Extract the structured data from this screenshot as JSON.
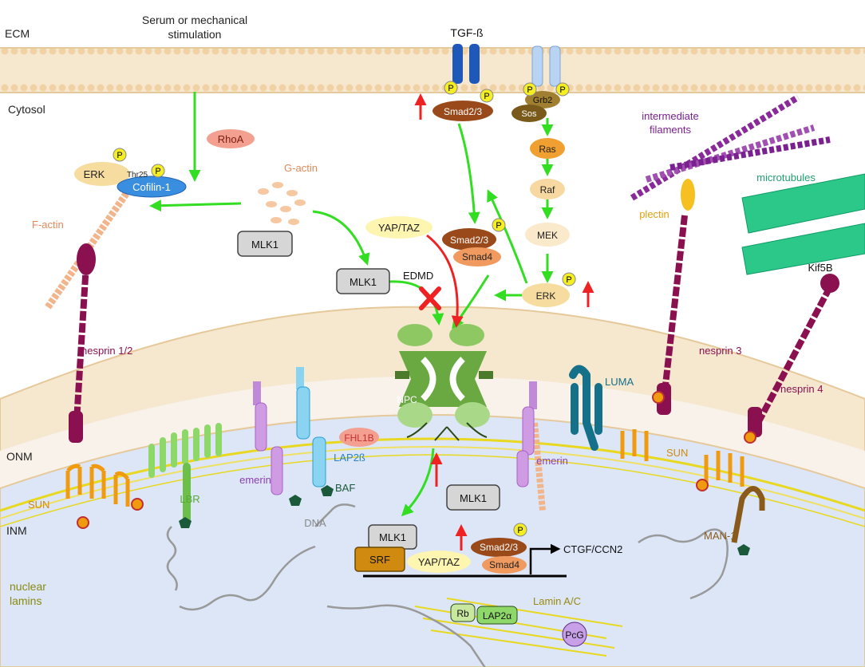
{
  "regions": {
    "ecm": "ECM",
    "stimulus_line1": "Serum or mechanical",
    "stimulus_line2": "stimulation",
    "cytosol": "Cytosol",
    "onm": "ONM",
    "inm": "INM",
    "lamins_line1": "nuclear",
    "lamins_line2": "lamins"
  },
  "labels": {
    "tgfb": "TGF-ß",
    "rhoa": "RhoA",
    "g_actin": "G-actin",
    "f_actin": "F-actin",
    "erk_left": "ERK",
    "thr25": "Thr25",
    "cofilin": "Cofilin-1",
    "mlk1_cyto": "MLK1",
    "mlk1_mid": "MLK1",
    "yap_taz_cyto": "YAP/TAZ",
    "smad23_top": "Smad2/3",
    "grb2": "Grb2",
    "sos": "Sos",
    "ras": "Ras",
    "raf": "Raf",
    "mek": "MEK",
    "erk_right": "ERK",
    "smad23_mid": "Smad2/3",
    "smad4_mid": "Smad4",
    "edmd": "EDMD",
    "intermediate_line1": "intermediate",
    "intermediate_line2": "filaments",
    "microtubules": "microtubules",
    "plectin": "plectin",
    "kif5b": "Kif5B",
    "nesprin12": "nesprin 1/2",
    "nesprin3": "nesprin 3",
    "nesprin4": "nesprin 4",
    "npc": "NPC",
    "luma": "LUMA",
    "fhl1b": "FHL1B",
    "lap2b": "LAP2ß",
    "baf": "BAF",
    "emerin_left": "emerin",
    "emerin_right": "emerin",
    "lbr": "LBR",
    "dna": "DNA",
    "sun_left": "SUN",
    "sun_right": "SUN",
    "man1": "MAN-1",
    "mlk1_nuc": "MLK1",
    "mlk1_srf": "MLK1",
    "srf": "SRF",
    "yap_taz_nuc": "YAP/TAZ",
    "smad23_nuc": "Smad2/3",
    "smad4_nuc": "Smad4",
    "ctgf": "CTGF/CCN2",
    "lamin_ac": "Lamin A/C",
    "rb": "Rb",
    "lap2a": "LAP2α",
    "pcg": "PcG",
    "phospho": "P"
  },
  "colors": {
    "green_arrow": "#33dd22",
    "red_arrow": "#ee2222",
    "membrane_fill": "#f6e7cf",
    "nucleoplasm": "#dce6f7",
    "phospho_yellow": "#f5ee22",
    "nesprin": "#8a1050",
    "sun_orange": "#f09a10",
    "lamin_yellow": "#e8d820"
  }
}
